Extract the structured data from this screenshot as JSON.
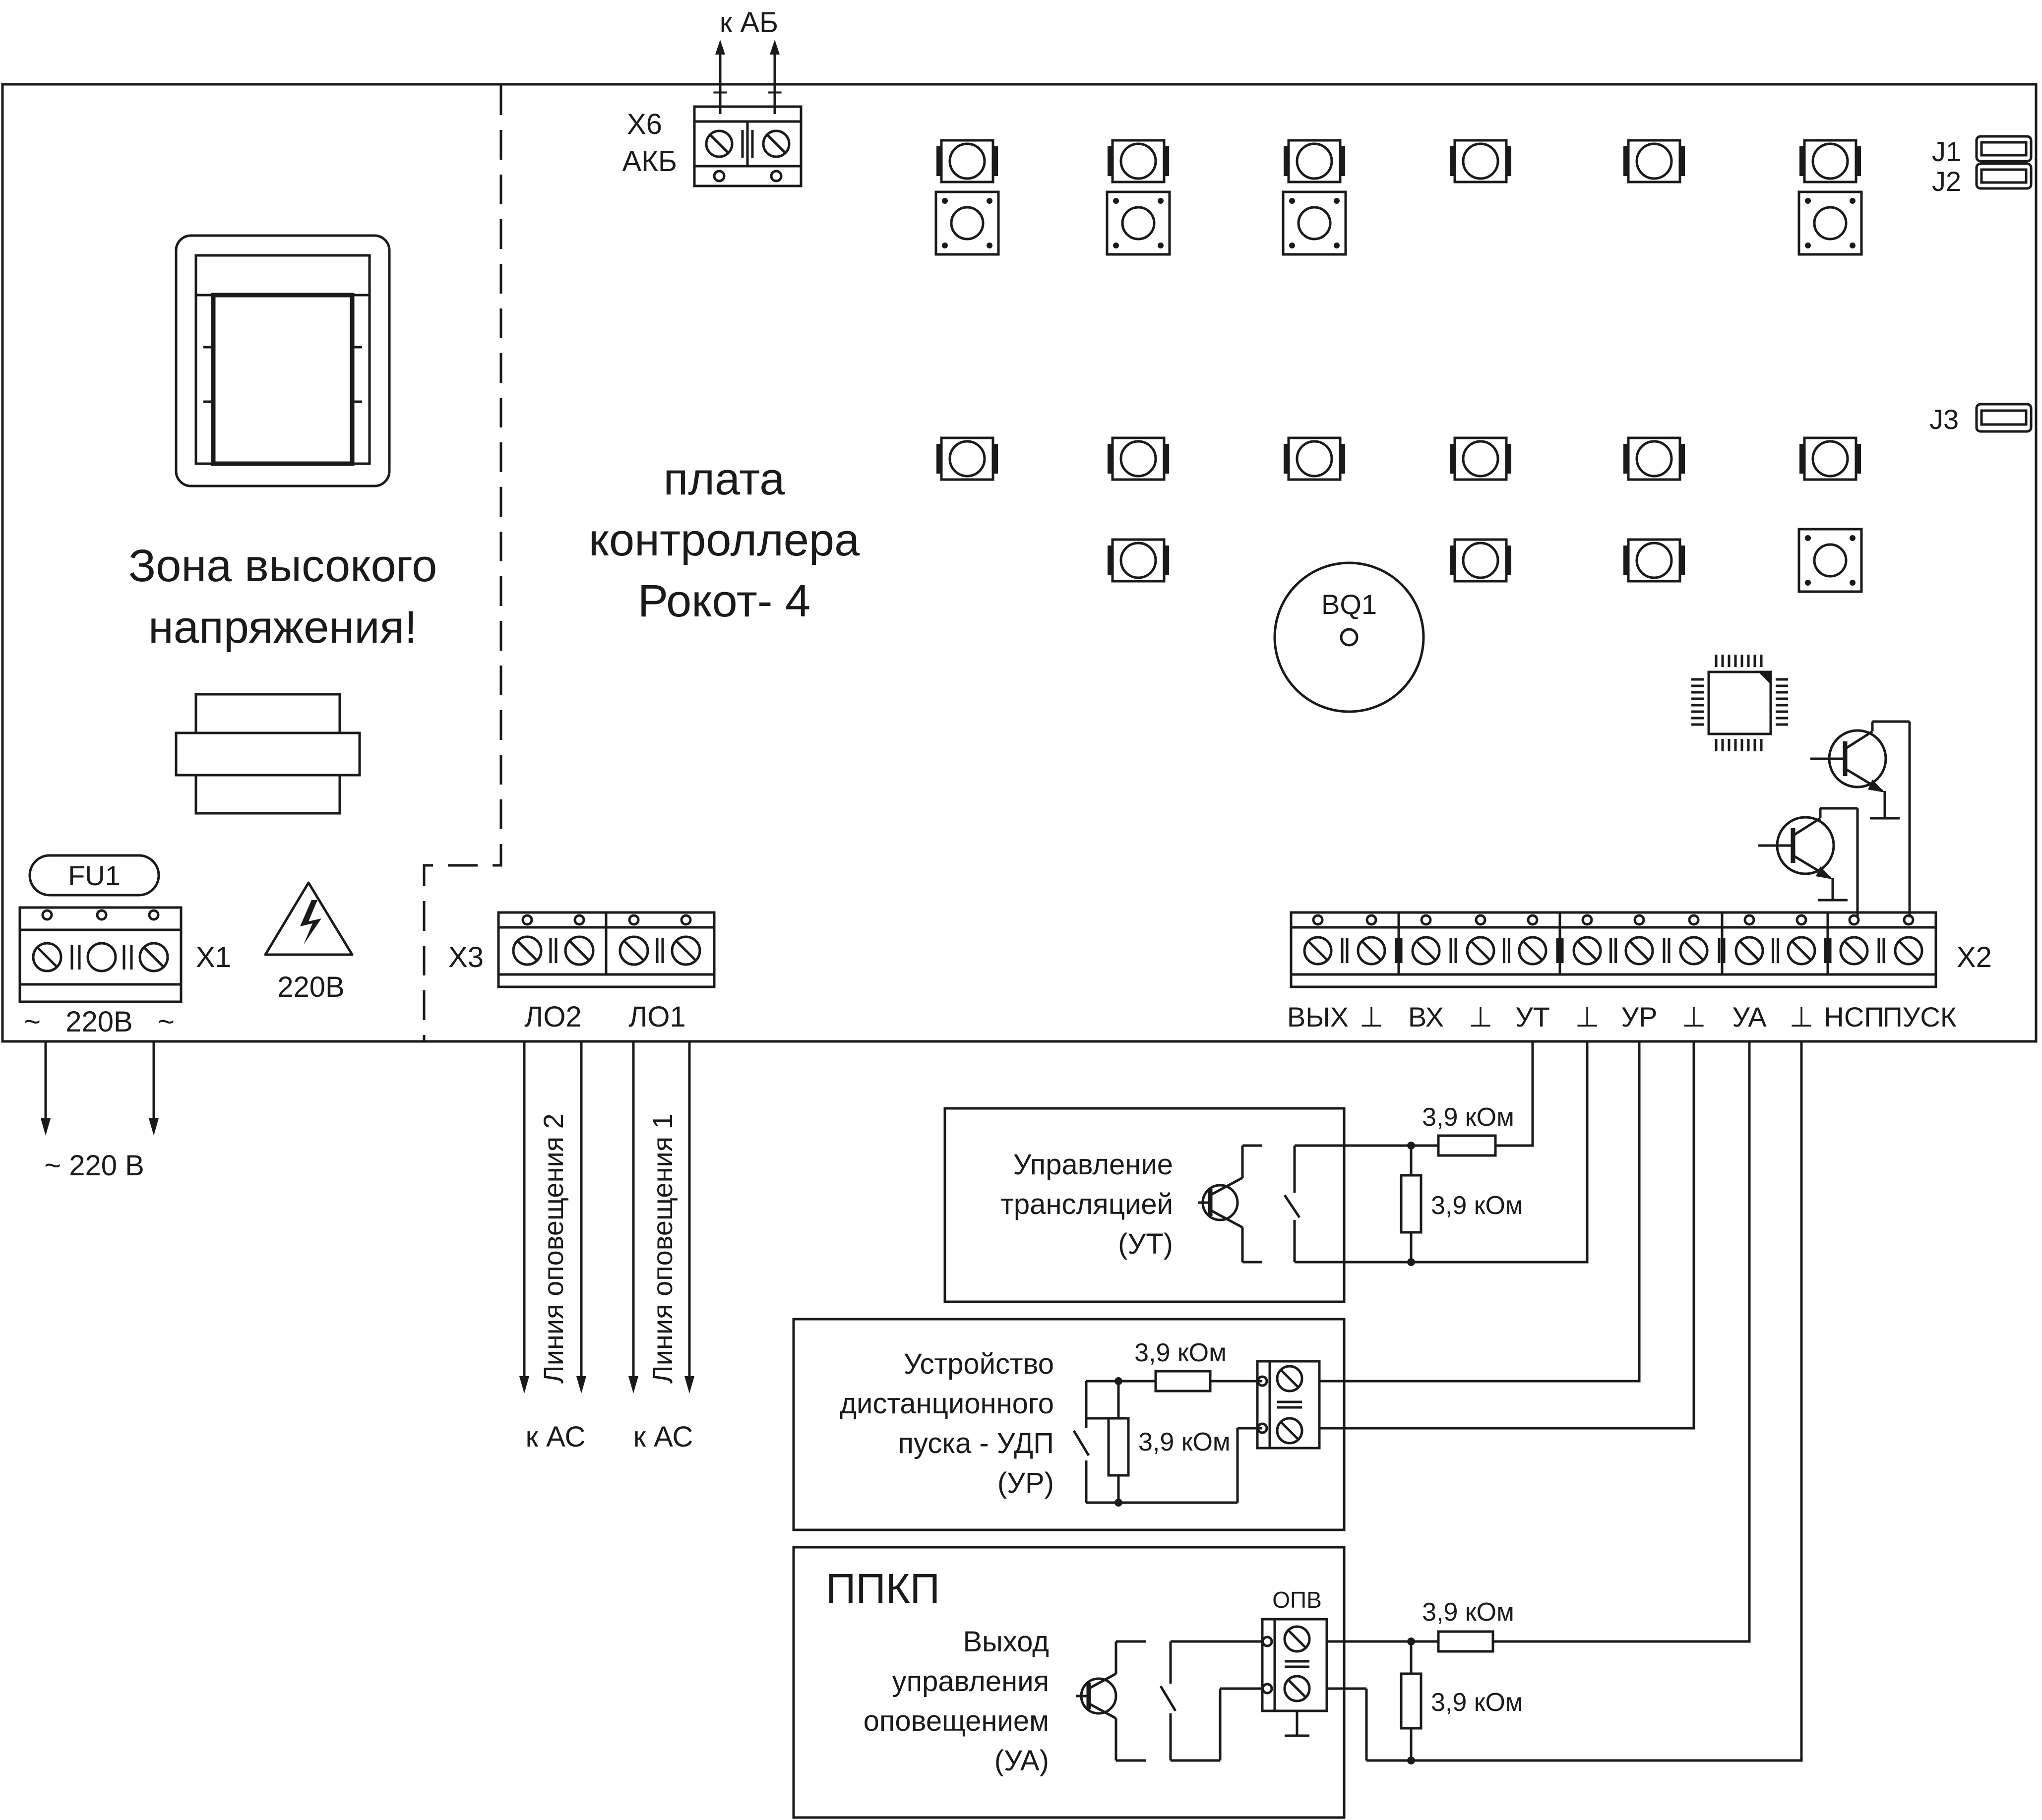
{
  "top": {
    "battery_arrow": "к АБ",
    "plus": "+",
    "minus": "−"
  },
  "x6": {
    "name": "X6",
    "label": "АКБ"
  },
  "jumpers": [
    "J1",
    "J2",
    "J3"
  ],
  "hv_zone": {
    "line1": "Зона высокого",
    "line2": "напряжения!"
  },
  "board": {
    "line1": "плата",
    "line2": "контроллера",
    "line3": "Рокот- 4"
  },
  "buzzer": "BQ1",
  "fuse": "FU1",
  "x1": {
    "name": "X1",
    "label": "220В",
    "tilde": "~"
  },
  "hazard_label": "220В",
  "mains_out": "~ 220 В",
  "x3": {
    "name": "X3",
    "terminals": [
      "ЛО2",
      "ЛО1"
    ]
  },
  "lines": {
    "line2": "Линия оповещения 2",
    "line1": "Линия оповещения 1",
    "to_as": "к АС"
  },
  "x2": {
    "name": "X2",
    "terminals": [
      "ВЫХ",
      "⊥",
      "ВХ",
      "⊥",
      "УТ",
      "⊥",
      "УР",
      "⊥",
      "УА",
      "⊥",
      "НСП",
      "ПУСК"
    ]
  },
  "resistor": "3,9 кОм",
  "ut_box": {
    "line1": "Управление",
    "line2": "трансляцией",
    "line3": "(УТ)"
  },
  "udp_box": {
    "line1": "Устройство",
    "line2": "дистанционного",
    "line3": "пуска - УДП",
    "line4": "(УР)"
  },
  "ppkp_box": {
    "title": "ППКП",
    "line1": "Выход",
    "line2": "управления",
    "line3": "оповещением",
    "line4": "(УА)",
    "terminal_label": "ОПВ"
  }
}
